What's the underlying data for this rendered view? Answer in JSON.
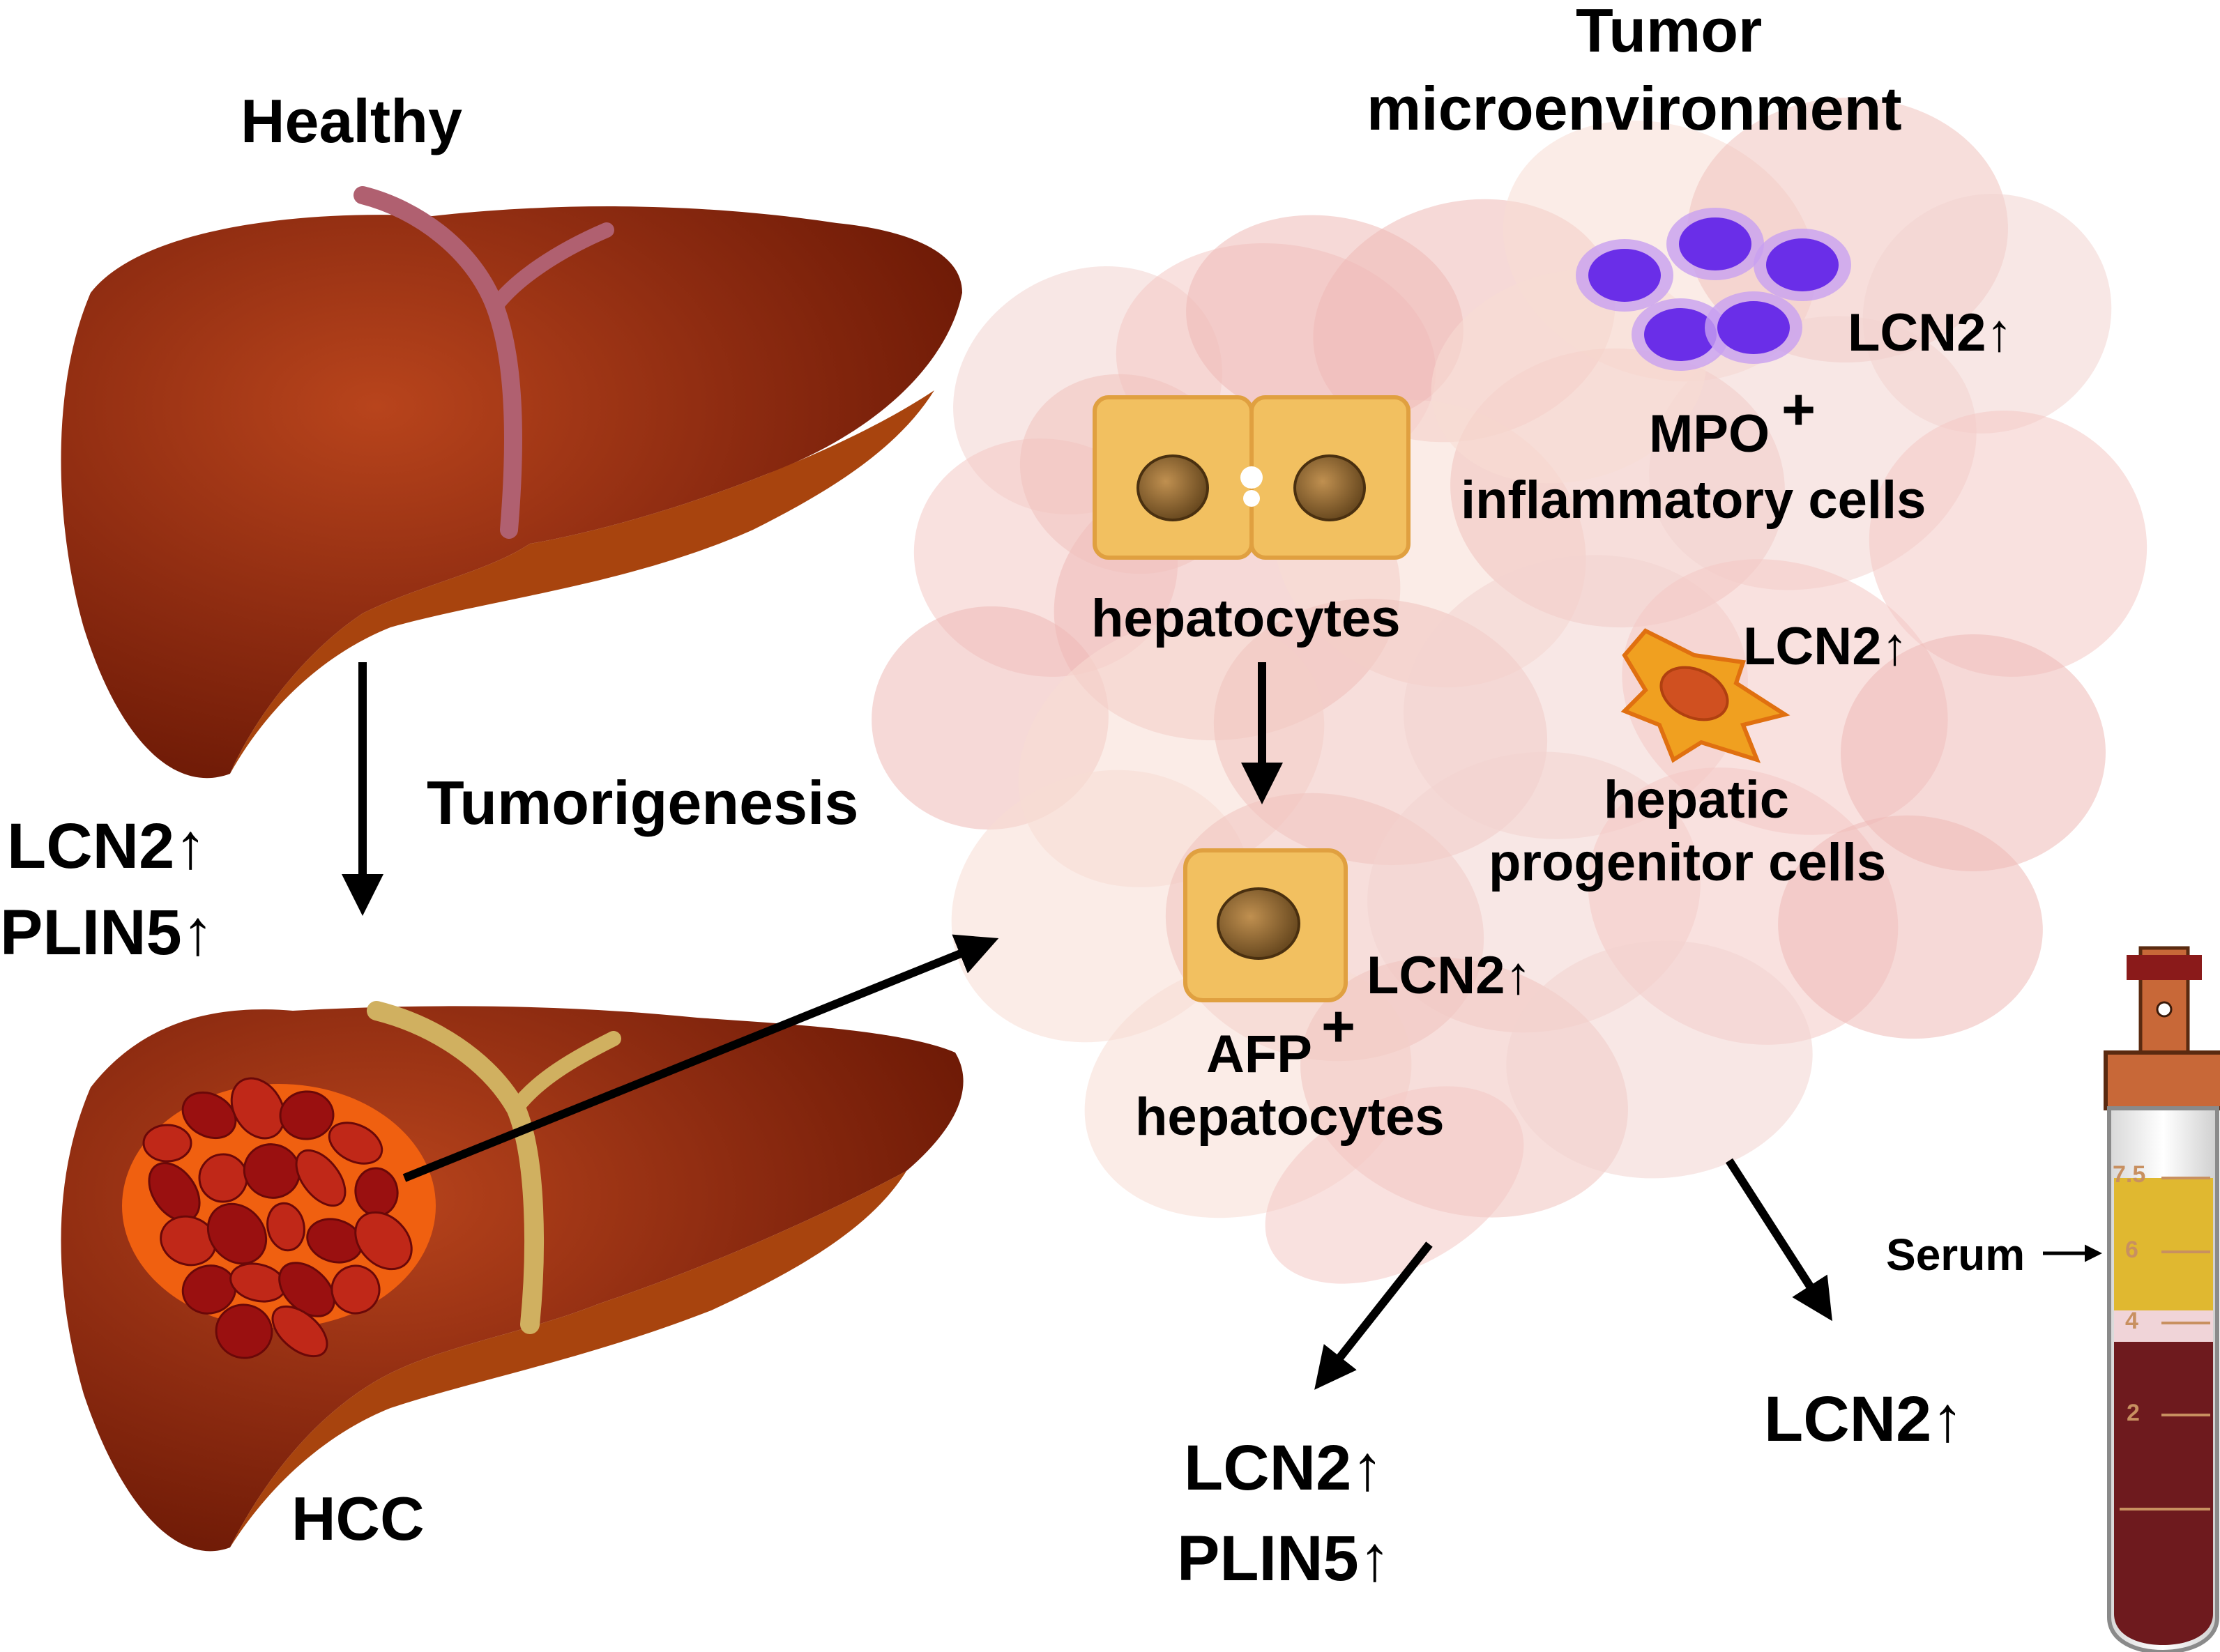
{
  "title": {
    "healthy": "Healthy",
    "tumor_micro_line1": "Tumor",
    "tumor_micro_line2": "microenvironment"
  },
  "process": {
    "tumorigenesis": "Tumorigenesis",
    "hcc": "HCC"
  },
  "markers": {
    "liver_lcn2": "LCN2↑",
    "liver_plin5": "PLIN5↑",
    "inflam_lcn2": "LCN2↑",
    "progenitor_lcn2": "LCN2↑",
    "afp_lcn2": "LCN2↑",
    "bottom_lcn2": "LCN2↑",
    "bottom_plin5": "PLIN5↑",
    "serum_lcn2": "LCN2↑"
  },
  "cells": {
    "mpo": "MPO",
    "mpo_sup": "+",
    "inflammatory": "inflammatory cells",
    "hepatocytes": "hepatocytes",
    "progenitor_line1": "hepatic",
    "progenitor_line2": "progenitor cells",
    "afp": "AFP",
    "afp_sup": "+",
    "afp_hepatocytes": "hepatocytes"
  },
  "tube": {
    "serum_label": "Serum",
    "scale": [
      "7.5",
      "6",
      "4",
      "2"
    ]
  },
  "colors": {
    "liver": "#8b2a10",
    "liver_dark": "#6e1a06",
    "tumor": "#f06010",
    "tumor_nodule": "#9a1010",
    "hepatocyte": "#f2c060",
    "inflammatory": "#6a2ee8",
    "progenitor": "#f0a020",
    "serum": "#e0b830",
    "blood": "#6e1a1e",
    "arrow": "#000000"
  }
}
